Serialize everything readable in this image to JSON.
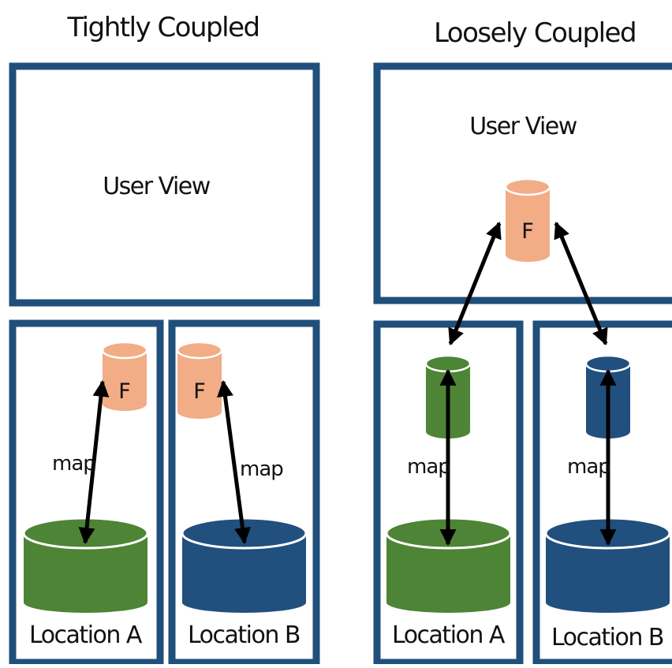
{
  "tight": {
    "title": "Tightly Coupled",
    "user_view": "User View",
    "location_a": "Location A",
    "location_b": "Location B",
    "map_a": "map",
    "map_b": "map",
    "f_a": "F",
    "f_b": "F"
  },
  "loose": {
    "title": "Loosely Coupled",
    "user_view": "User View",
    "location_a": "Location A",
    "location_b": "Location B",
    "map_a": "map",
    "map_b": "map",
    "f_top": "F"
  },
  "colors": {
    "frame": "#1f4f7a",
    "federated": "#f2ac86",
    "green": "#4e8435",
    "blue": "#214f7e",
    "arrow": "#000000"
  }
}
